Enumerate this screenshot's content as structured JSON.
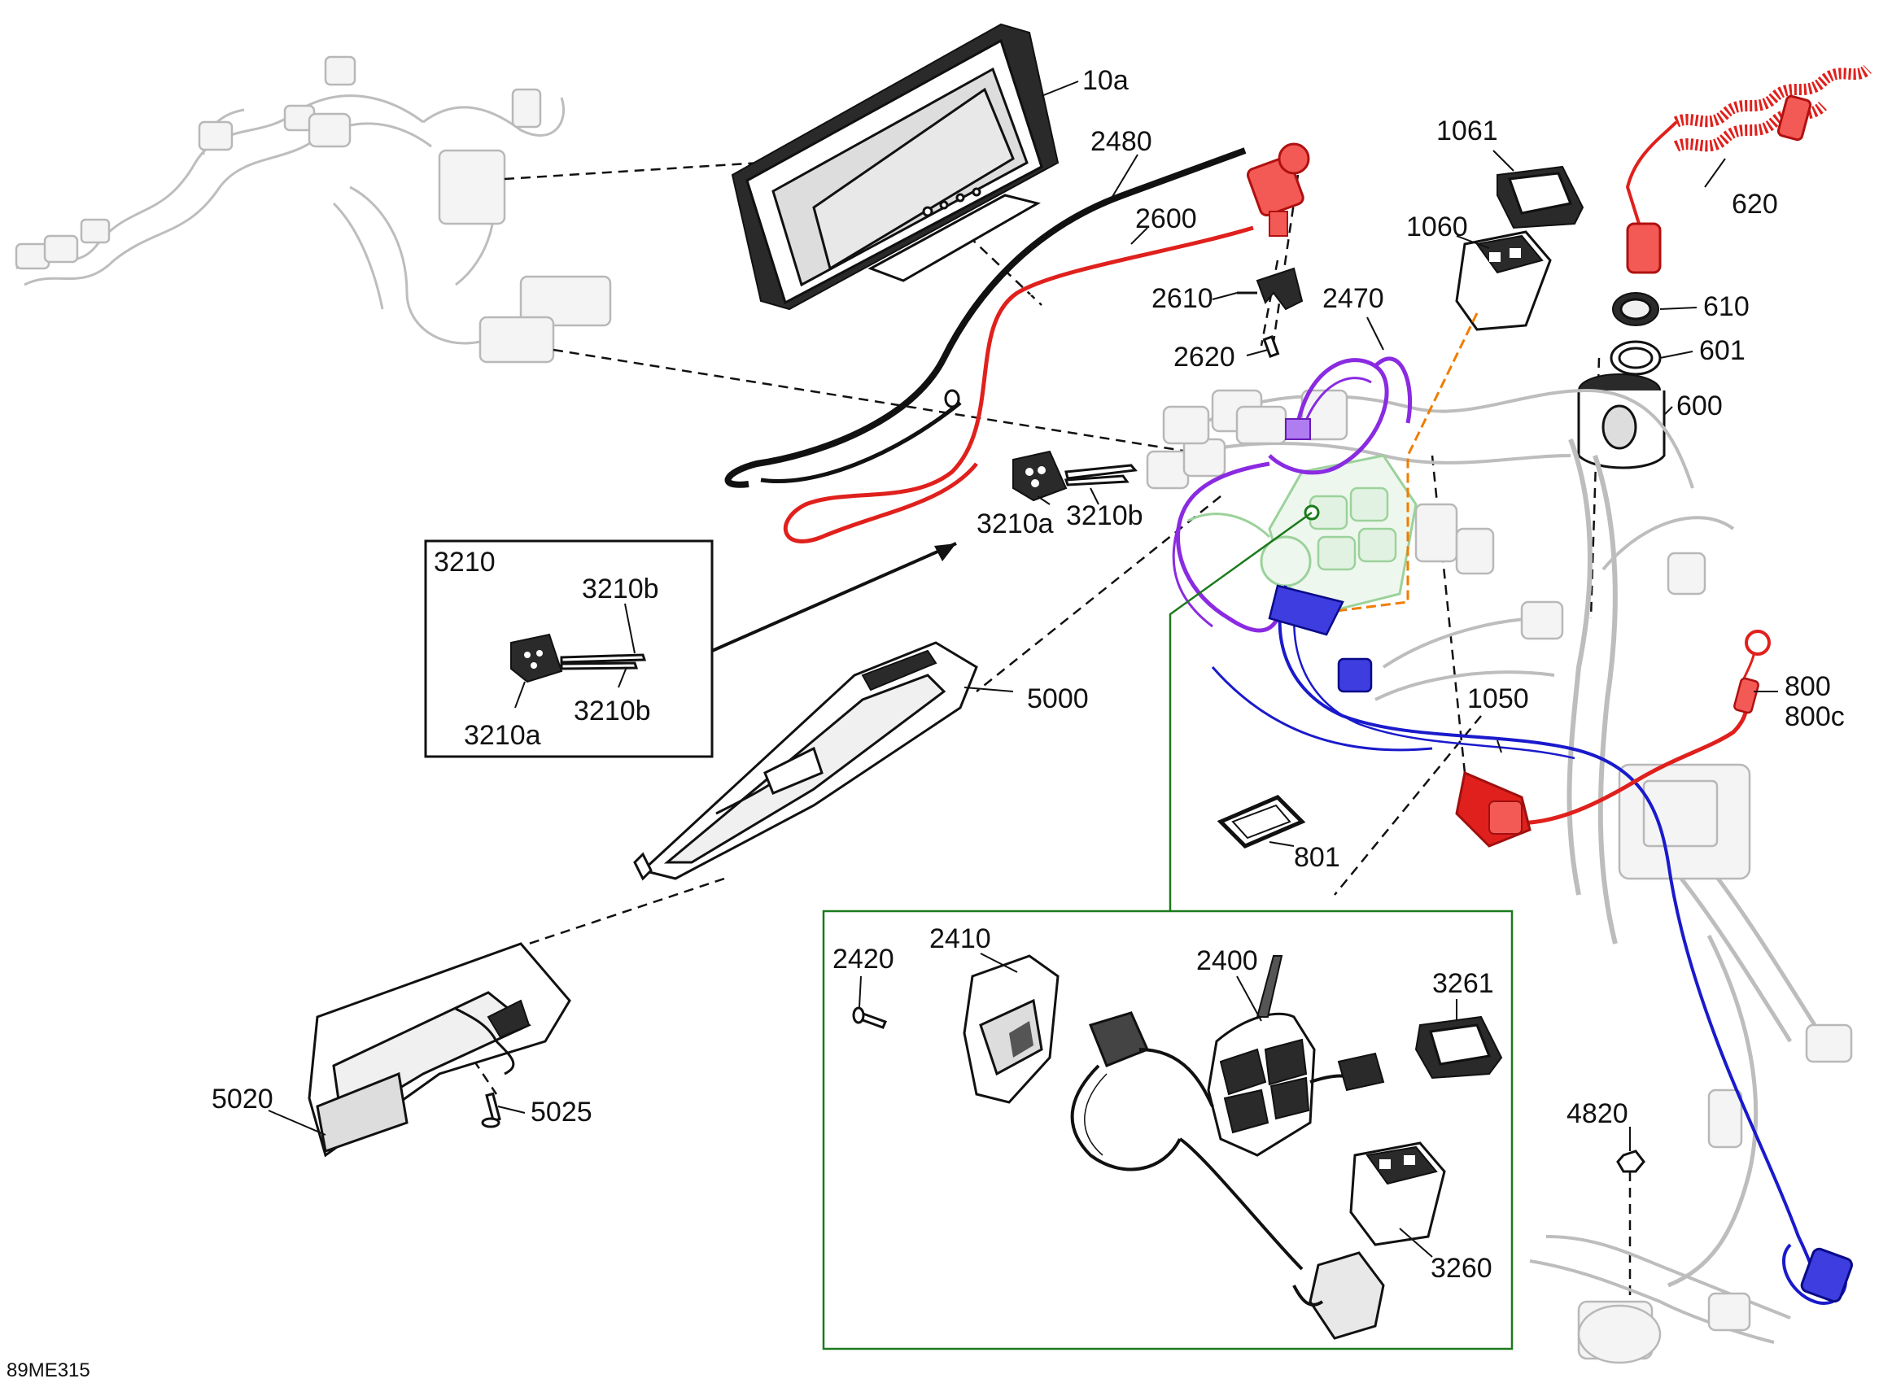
{
  "labels": {
    "p10a": "10a",
    "p2480": "2480",
    "p2600": "2600",
    "p2610": "2610",
    "p2620": "2620",
    "p2470": "2470",
    "p1061": "1061",
    "p1060": "1060",
    "p620": "620",
    "p610": "610",
    "p601": "601",
    "p600": "600",
    "p3210a": "3210a",
    "p3210b": "3210b",
    "p5000": "5000",
    "p1050": "1050",
    "p800": "800",
    "p800c": "800c",
    "p801": "801",
    "p5020": "5020",
    "p5025": "5025",
    "p4820": "4820"
  },
  "inset_3210": {
    "title": "3210",
    "b_top": "3210b",
    "b_bottom": "3210b",
    "a": "3210a"
  },
  "inset_switch": {
    "p2420": "2420",
    "p2410": "2410",
    "p2400": "2400",
    "p3261": "3261",
    "p3260": "3260"
  },
  "figure_code": "89ME315",
  "colors": {
    "red_harness": "#e0201c",
    "purple_harness": "#8a2be2",
    "blue_harness": "#1a1acc",
    "orange_leader": "#f07d00",
    "green_leader": "#1b7a1b",
    "ghost": "#bdbdbd",
    "ink": "#111111"
  }
}
